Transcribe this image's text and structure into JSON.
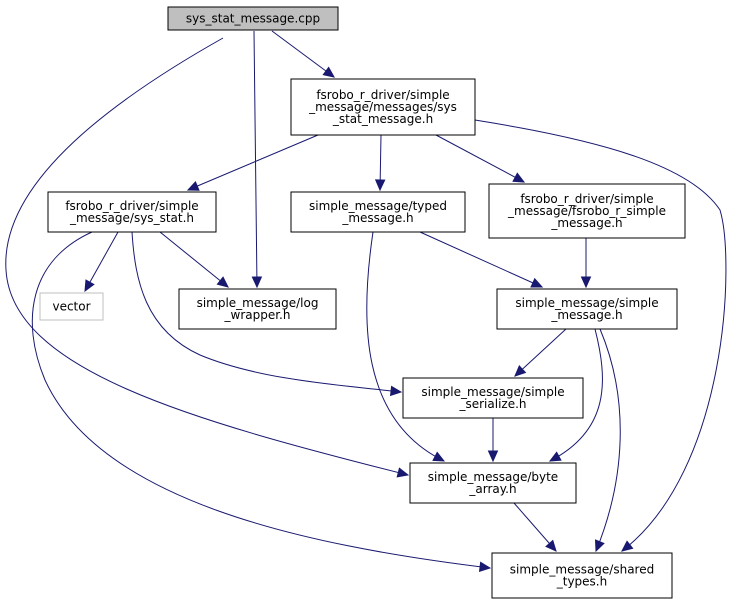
{
  "title": "sys_stat_message.cpp include dependency graph",
  "colors": {
    "edge": "#191970",
    "root_fill": "#bfbfbf",
    "node_fill": "#ffffff",
    "external_border": "#bfbfbf"
  },
  "nodes": [
    {
      "id": "root",
      "lines": [
        "sys_stat_message.cpp"
      ],
      "kind": "root"
    },
    {
      "id": "sysstatmsg_h",
      "lines": [
        "fsrobo_r_driver/simple",
        "_message/messages/sys",
        "_stat_message.h"
      ],
      "kind": "file"
    },
    {
      "id": "sys_stat_h",
      "lines": [
        "fsrobo_r_driver/simple",
        "_message/sys_stat.h"
      ],
      "kind": "file"
    },
    {
      "id": "typed_message_h",
      "lines": [
        "simple_message/typed",
        "_message.h"
      ],
      "kind": "file"
    },
    {
      "id": "fsrobo_simple_message_h",
      "lines": [
        "fsrobo_r_driver/simple",
        "_message/fsrobo_r_simple",
        "_message.h"
      ],
      "kind": "file"
    },
    {
      "id": "vector",
      "lines": [
        "vector"
      ],
      "kind": "external"
    },
    {
      "id": "log_wrapper_h",
      "lines": [
        "simple_message/log",
        "_wrapper.h"
      ],
      "kind": "file"
    },
    {
      "id": "simple_message_h",
      "lines": [
        "simple_message/simple",
        "_message.h"
      ],
      "kind": "file"
    },
    {
      "id": "simple_serialize_h",
      "lines": [
        "simple_message/simple",
        "_serialize.h"
      ],
      "kind": "file"
    },
    {
      "id": "byte_array_h",
      "lines": [
        "simple_message/byte",
        "_array.h"
      ],
      "kind": "file"
    },
    {
      "id": "shared_types_h",
      "lines": [
        "simple_message/shared",
        "_types.h"
      ],
      "kind": "file"
    }
  ],
  "edges": [
    {
      "from": "root",
      "to": "sysstatmsg_h"
    },
    {
      "from": "root",
      "to": "log_wrapper_h"
    },
    {
      "from": "root",
      "to": "byte_array_h"
    },
    {
      "from": "sysstatmsg_h",
      "to": "sys_stat_h"
    },
    {
      "from": "sysstatmsg_h",
      "to": "typed_message_h"
    },
    {
      "from": "sysstatmsg_h",
      "to": "fsrobo_simple_message_h"
    },
    {
      "from": "sysstatmsg_h",
      "to": "shared_types_h"
    },
    {
      "from": "sys_stat_h",
      "to": "vector"
    },
    {
      "from": "sys_stat_h",
      "to": "log_wrapper_h"
    },
    {
      "from": "sys_stat_h",
      "to": "simple_serialize_h"
    },
    {
      "from": "sys_stat_h",
      "to": "shared_types_h"
    },
    {
      "from": "typed_message_h",
      "to": "simple_message_h"
    },
    {
      "from": "typed_message_h",
      "to": "byte_array_h"
    },
    {
      "from": "fsrobo_simple_message_h",
      "to": "simple_message_h"
    },
    {
      "from": "simple_message_h",
      "to": "simple_serialize_h"
    },
    {
      "from": "simple_message_h",
      "to": "byte_array_h"
    },
    {
      "from": "simple_message_h",
      "to": "shared_types_h"
    },
    {
      "from": "simple_serialize_h",
      "to": "byte_array_h"
    },
    {
      "from": "byte_array_h",
      "to": "shared_types_h"
    }
  ]
}
